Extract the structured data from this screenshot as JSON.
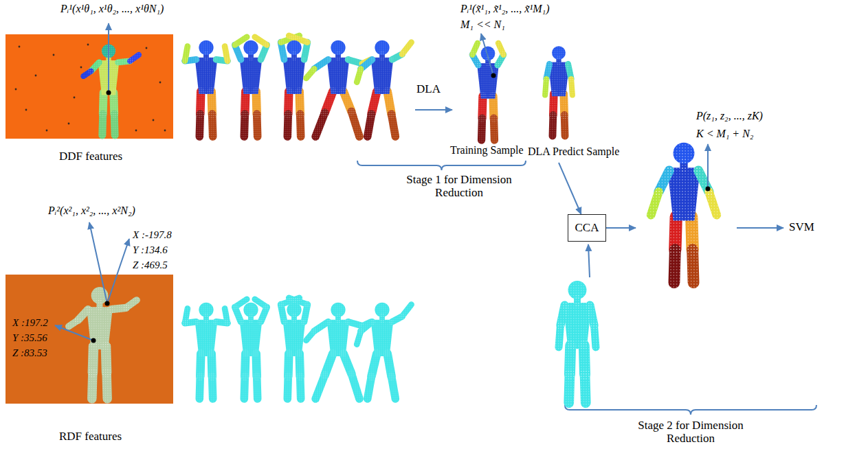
{
  "diagram": {
    "nodes": [
      {
        "text": [
          "Pᵢ¹(x¹θ₁, x¹θ₂, ..., x¹θN₁)",
          "DDF features"
        ]
      },
      {
        "text": [
          "Pᵢ²(x²₁, x²₂, ..., x²N₂)",
          "RDF features"
        ]
      },
      {
        "text": [
          "Pᵢ¹(x̃¹₁, x̃¹₂, ..., x̃¹M₁)",
          "M₁ << N₁",
          "Training Sample"
        ]
      },
      {
        "text": [
          "DLA Predict Sample"
        ]
      },
      {
        "text": [
          "CCA"
        ]
      },
      {
        "text": [
          "P(z₁, z₂, ..., zK)",
          "K < M₁ + N₂"
        ]
      }
    ],
    "edges": [
      {
        "from": 3,
        "to": 4,
        "arrow": "to"
      },
      {
        "from": 4,
        "to": 5,
        "arrow": "to"
      }
    ],
    "labels": [
      "X :-197.8",
      "Y :134.6",
      "Z :469.5",
      "X :197.2",
      "Y :35.56",
      "Z :83.53",
      "DLA",
      "SVM",
      "Stage 1 for Dimension Reduction",
      "Stage 2 for Dimension Reduction"
    ]
  }
}
